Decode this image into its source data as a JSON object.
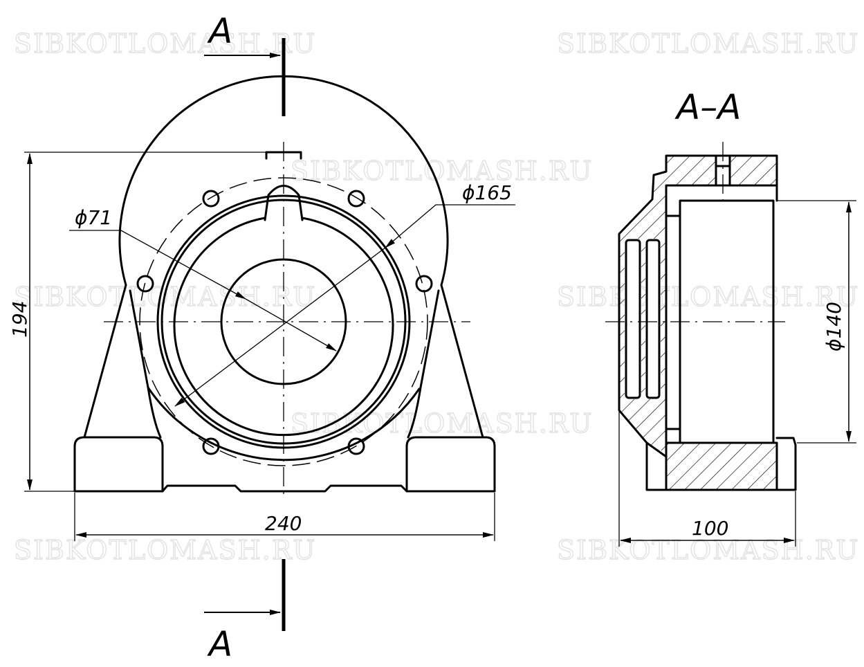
{
  "watermark": "SIBKOTLOMASH.RU",
  "section_marker": "A",
  "section_title": "A–A",
  "dimensions": {
    "overall_width": "240",
    "overall_height": "194",
    "bore_diameter": "ϕ71",
    "bolt_circle_diameter": "ϕ165",
    "section_width": "100",
    "housing_bore_diameter": "ϕ140"
  }
}
